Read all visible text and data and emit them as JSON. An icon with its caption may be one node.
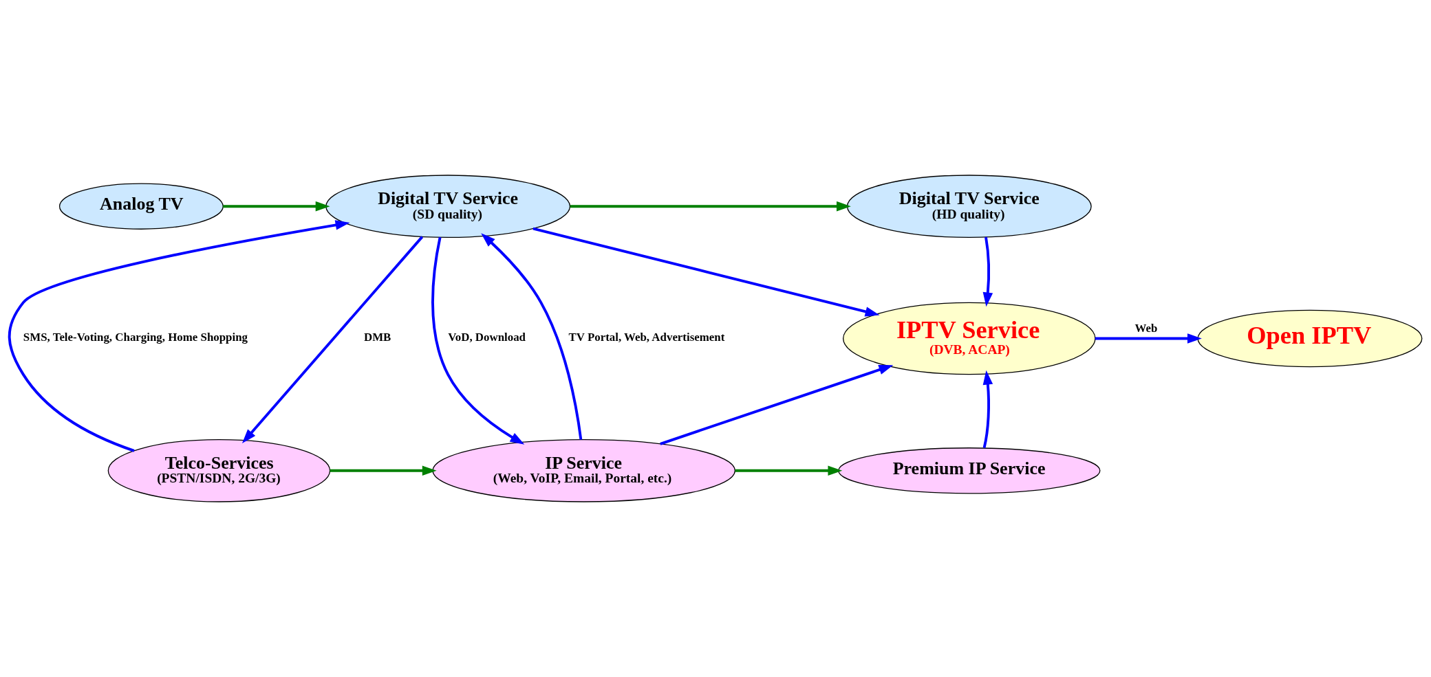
{
  "diagram": {
    "nodes": [
      {
        "text": [
          "Analog TV"
        ]
      },
      {
        "text": [
          "Digital TV Service",
          "(SD quality)"
        ]
      },
      {
        "text": [
          "Digital TV Service",
          "(HD quality)"
        ]
      },
      {
        "text": [
          "IPTV Service",
          "(DVB, ACAP)"
        ]
      },
      {
        "text": [
          "Open IPTV"
        ]
      },
      {
        "text": [
          "Telco-Services",
          "(PSTN/ISDN, 2G/3G)"
        ]
      },
      {
        "text": [
          "IP Service",
          "(Web, VoIP, Email, Portal, etc.)"
        ]
      },
      {
        "text": [
          "Premium IP Service"
        ]
      }
    ],
    "edges": [
      {
        "from": 0,
        "to": 1,
        "arrow": "to",
        "color": "#008000"
      },
      {
        "from": 1,
        "to": 2,
        "arrow": "to",
        "color": "#008000"
      },
      {
        "from": 1,
        "to": 3,
        "arrow": "to"
      },
      {
        "from": 2,
        "to": 3,
        "arrow": "to"
      },
      {
        "from": 3,
        "to": 4,
        "arrow": "to",
        "label": "Web"
      },
      {
        "from": 5,
        "to": 1,
        "arrow": "to",
        "label": "SMS, Tele-Voting, Charging, Home Shopping"
      },
      {
        "from": 1,
        "to": 5,
        "arrow": "to",
        "label": "DMB"
      },
      {
        "from": 6,
        "to": 1,
        "arrow": "to",
        "label": "TV Portal, Web, Advertisement"
      },
      {
        "from": 1,
        "to": 6,
        "arrow": "to",
        "label": "VoD, Download"
      },
      {
        "from": 5,
        "to": 6,
        "arrow": "to",
        "color": "#008000"
      },
      {
        "from": 6,
        "to": 7,
        "arrow": "to",
        "color": "#008000"
      },
      {
        "from": 6,
        "to": 3,
        "arrow": "to"
      },
      {
        "from": 7,
        "to": 3,
        "arrow": "to"
      }
    ]
  }
}
